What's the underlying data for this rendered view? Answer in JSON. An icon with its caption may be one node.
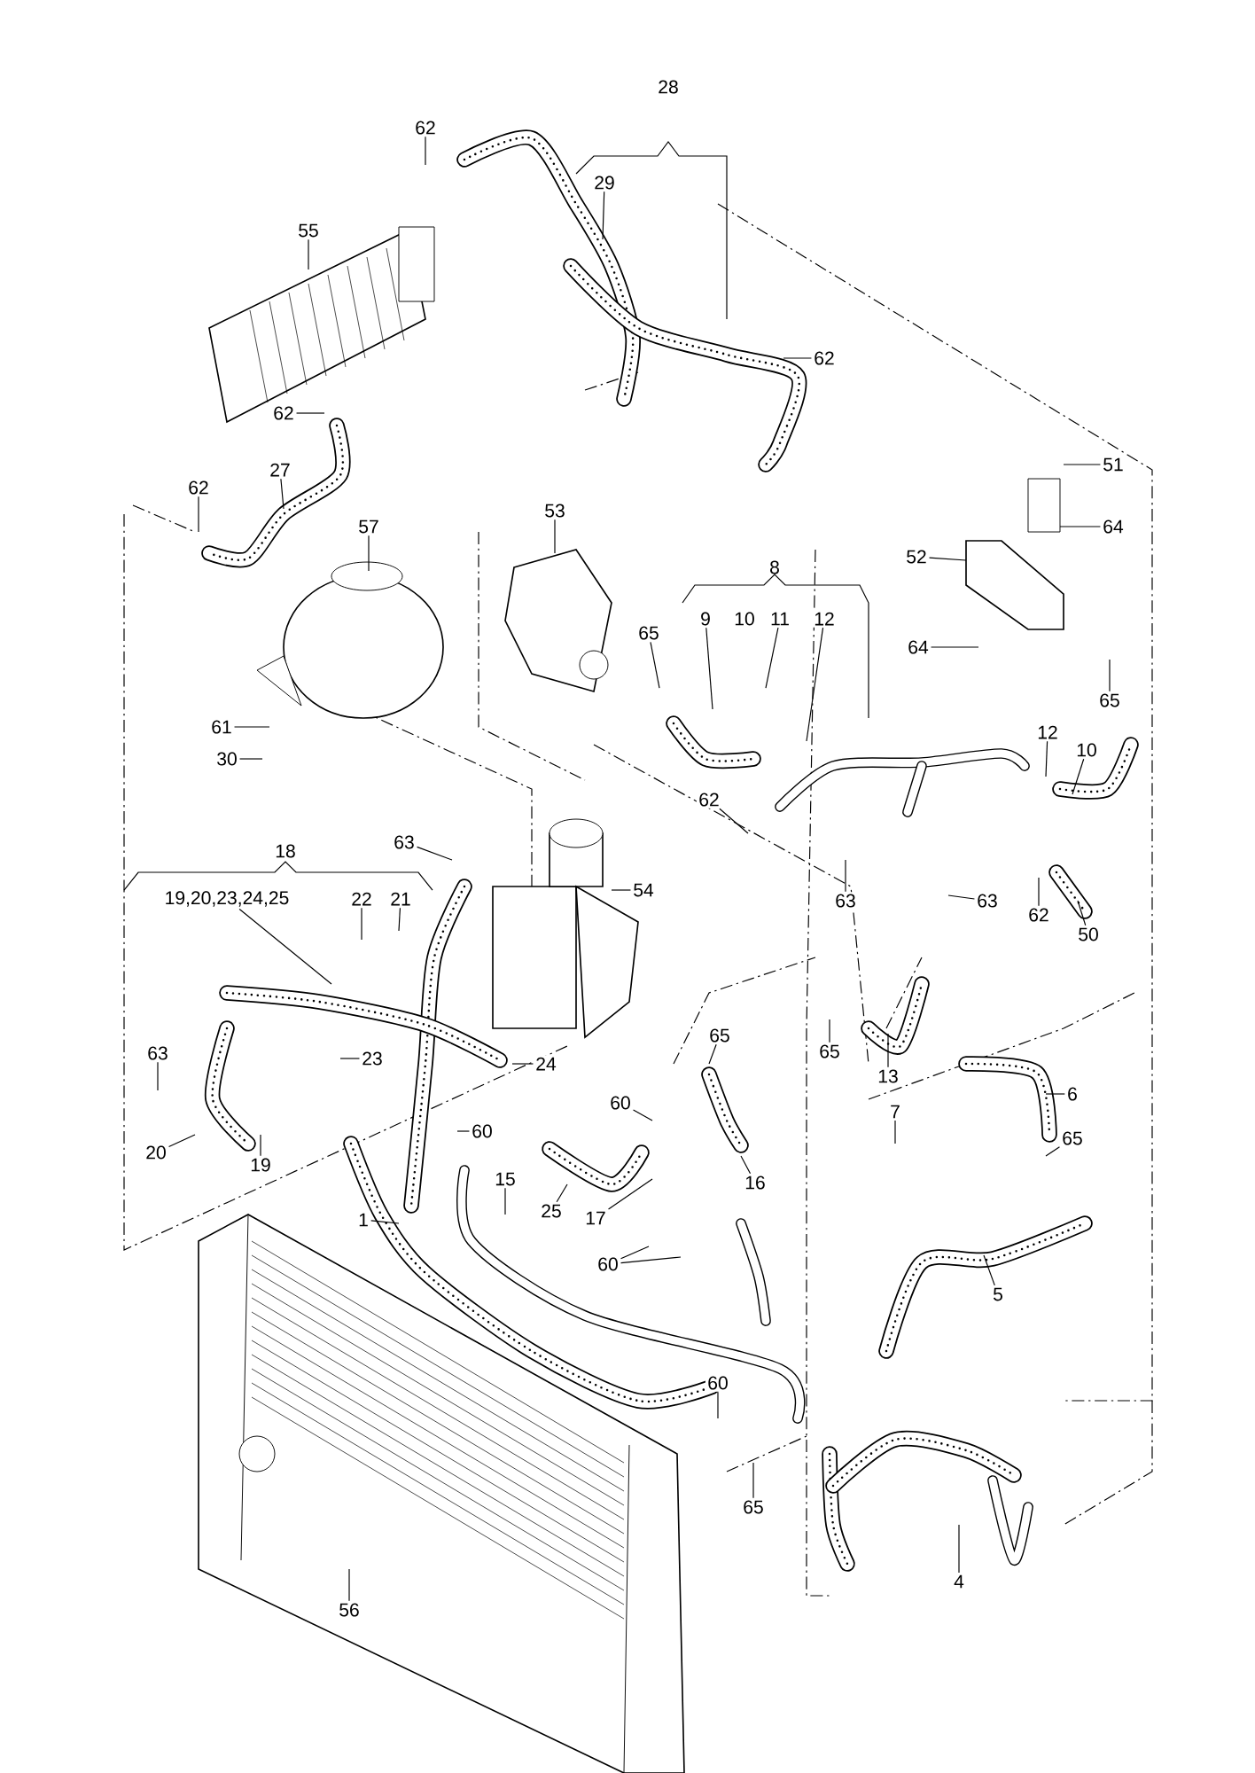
{
  "diagram": {
    "nodes": [
      {
        "text": [
          "62"
        ]
      },
      {
        "text": [
          "28"
        ]
      },
      {
        "text": [
          "29"
        ]
      },
      {
        "text": [
          "55"
        ]
      },
      {
        "text": [
          "62"
        ]
      },
      {
        "text": [
          "62"
        ]
      },
      {
        "text": [
          "27"
        ]
      },
      {
        "text": [
          "62"
        ]
      },
      {
        "text": [
          "57"
        ]
      },
      {
        "text": [
          "53"
        ]
      },
      {
        "text": [
          "51"
        ]
      },
      {
        "text": [
          "64"
        ]
      },
      {
        "text": [
          "52"
        ]
      },
      {
        "text": [
          "8"
        ]
      },
      {
        "text": [
          "9"
        ]
      },
      {
        "text": [
          "10"
        ]
      },
      {
        "text": [
          "11"
        ]
      },
      {
        "text": [
          "12"
        ]
      },
      {
        "text": [
          "65"
        ]
      },
      {
        "text": [
          "64"
        ]
      },
      {
        "text": [
          "65"
        ]
      },
      {
        "text": [
          "61"
        ]
      },
      {
        "text": [
          "30"
        ]
      },
      {
        "text": [
          "62"
        ]
      },
      {
        "text": [
          "12"
        ]
      },
      {
        "text": [
          "10"
        ]
      },
      {
        "text": [
          "63"
        ]
      },
      {
        "text": [
          "18"
        ]
      },
      {
        "text": [
          "19,20,23,24,25"
        ]
      },
      {
        "text": [
          "22"
        ]
      },
      {
        "text": [
          "21"
        ]
      },
      {
        "text": [
          "54"
        ]
      },
      {
        "text": [
          "63"
        ]
      },
      {
        "text": [
          "63"
        ]
      },
      {
        "text": [
          "62"
        ]
      },
      {
        "text": [
          "50"
        ]
      },
      {
        "text": [
          "23"
        ]
      },
      {
        "text": [
          "24"
        ]
      },
      {
        "text": [
          "65"
        ]
      },
      {
        "text": [
          "65"
        ]
      },
      {
        "text": [
          "13"
        ]
      },
      {
        "text": [
          "6"
        ]
      },
      {
        "text": [
          "63"
        ]
      },
      {
        "text": [
          "7"
        ]
      },
      {
        "text": [
          "60"
        ]
      },
      {
        "text": [
          "60"
        ]
      },
      {
        "text": [
          "65"
        ]
      },
      {
        "text": [
          "20"
        ]
      },
      {
        "text": [
          "19"
        ]
      },
      {
        "text": [
          "15"
        ]
      },
      {
        "text": [
          "1"
        ]
      },
      {
        "text": [
          "25"
        ]
      },
      {
        "text": [
          "16"
        ]
      },
      {
        "text": [
          "17"
        ]
      },
      {
        "text": [
          "60"
        ]
      },
      {
        "text": [
          "5"
        ]
      },
      {
        "text": [
          "60"
        ]
      },
      {
        "text": [
          "65"
        ]
      },
      {
        "text": [
          "56"
        ]
      },
      {
        "text": [
          "4"
        ]
      }
    ],
    "edges": [
      {
        "from": 0,
        "to": null,
        "arrow": "none"
      },
      {
        "from": 2,
        "to": null,
        "arrow": "none"
      },
      {
        "from": 3,
        "to": null,
        "arrow": "none"
      },
      {
        "from": 4,
        "to": null,
        "arrow": "none"
      },
      {
        "from": 5,
        "to": null,
        "arrow": "none"
      },
      {
        "from": 6,
        "to": null,
        "arrow": "none"
      },
      {
        "from": 7,
        "to": null,
        "arrow": "none"
      },
      {
        "from": 8,
        "to": null,
        "arrow": "none"
      },
      {
        "from": 9,
        "to": null,
        "arrow": "none"
      },
      {
        "from": 10,
        "to": null,
        "arrow": "none"
      },
      {
        "from": 11,
        "to": null,
        "arrow": "none"
      },
      {
        "from": 12,
        "to": null,
        "arrow": "none"
      },
      {
        "from": 14,
        "to": null,
        "arrow": "none"
      },
      {
        "from": 16,
        "to": null,
        "arrow": "none"
      },
      {
        "from": 17,
        "to": null,
        "arrow": "none"
      },
      {
        "from": 18,
        "to": null,
        "arrow": "none"
      },
      {
        "from": 19,
        "to": null,
        "arrow": "none"
      },
      {
        "from": 20,
        "to": null,
        "arrow": "none"
      },
      {
        "from": 21,
        "to": null,
        "arrow": "none"
      },
      {
        "from": 22,
        "to": null,
        "arrow": "none"
      },
      {
        "from": 23,
        "to": null,
        "arrow": "none"
      },
      {
        "from": 24,
        "to": null,
        "arrow": "none"
      },
      {
        "from": 25,
        "to": null,
        "arrow": "none"
      },
      {
        "from": 26,
        "to": null,
        "arrow": "none"
      },
      {
        "from": 28,
        "to": null,
        "arrow": "none"
      },
      {
        "from": 29,
        "to": null,
        "arrow": "none"
      },
      {
        "from": 30,
        "to": null,
        "arrow": "none"
      },
      {
        "from": 31,
        "to": null,
        "arrow": "none"
      },
      {
        "from": 32,
        "to": null,
        "arrow": "none"
      },
      {
        "from": 33,
        "to": null,
        "arrow": "none"
      },
      {
        "from": 34,
        "to": null,
        "arrow": "none"
      },
      {
        "from": 35,
        "to": null,
        "arrow": "none"
      },
      {
        "from": 36,
        "to": null,
        "arrow": "none"
      },
      {
        "from": 37,
        "to": null,
        "arrow": "none"
      },
      {
        "from": 38,
        "to": null,
        "arrow": "none"
      },
      {
        "from": 39,
        "to": null,
        "arrow": "none"
      },
      {
        "from": 40,
        "to": null,
        "arrow": "none"
      },
      {
        "from": 41,
        "to": null,
        "arrow": "none"
      },
      {
        "from": 42,
        "to": null,
        "arrow": "none"
      },
      {
        "from": 43,
        "to": null,
        "arrow": "none"
      },
      {
        "from": 44,
        "to": null,
        "arrow": "none"
      },
      {
        "from": 45,
        "to": null,
        "arrow": "none"
      },
      {
        "from": 46,
        "to": null,
        "arrow": "none"
      },
      {
        "from": 47,
        "to": null,
        "arrow": "none"
      },
      {
        "from": 48,
        "to": null,
        "arrow": "none"
      },
      {
        "from": 49,
        "to": null,
        "arrow": "none"
      },
      {
        "from": 50,
        "to": null,
        "arrow": "none"
      },
      {
        "from": 51,
        "to": null,
        "arrow": "none"
      },
      {
        "from": 52,
        "to": null,
        "arrow": "none"
      },
      {
        "from": 53,
        "to": null,
        "arrow": "none"
      },
      {
        "from": 54,
        "to": null,
        "arrow": "none"
      },
      {
        "from": 54,
        "to": null,
        "arrow": "none"
      },
      {
        "from": 55,
        "to": null,
        "arrow": "none"
      },
      {
        "from": 56,
        "to": null,
        "arrow": "none"
      },
      {
        "from": 57,
        "to": null,
        "arrow": "none"
      },
      {
        "from": 58,
        "to": null,
        "arrow": "none"
      },
      {
        "from": 59,
        "to": null,
        "arrow": "none"
      }
    ]
  }
}
